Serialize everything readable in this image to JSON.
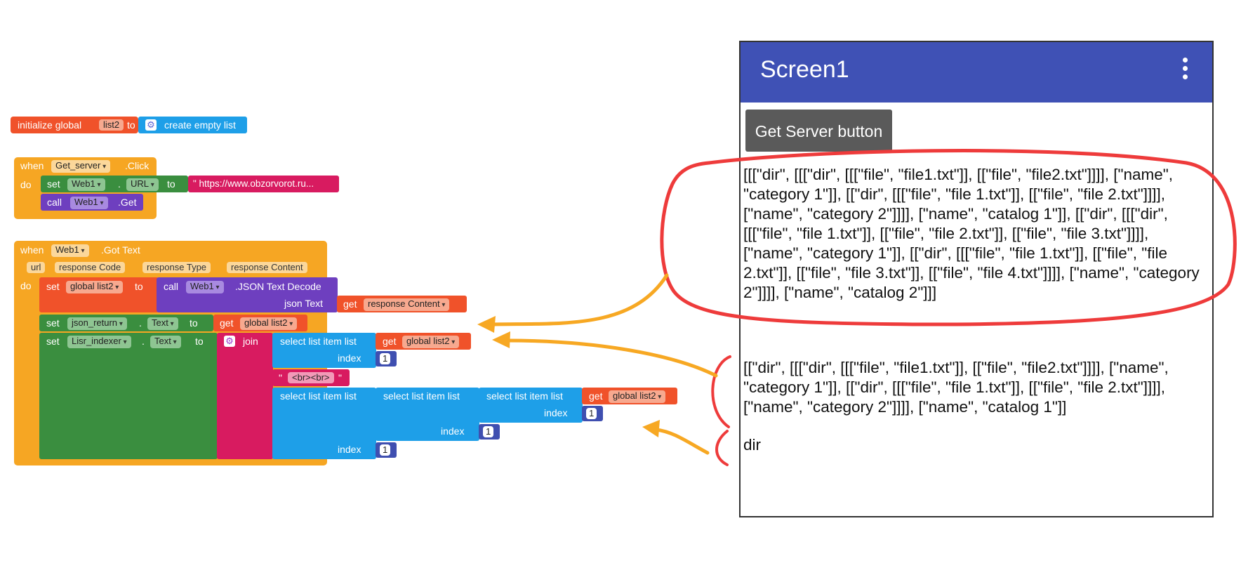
{
  "blocks": {
    "init": {
      "label": "initialize global",
      "var": "list2",
      "to": "to",
      "create": "create empty list"
    },
    "click_event": {
      "when": "when",
      "component": "Get_server",
      "event": ".Click",
      "do": "do",
      "set": "set",
      "web": "Web1",
      "dot": ".",
      "prop": "URL",
      "to": "to",
      "url_text": "\" https://www.obzorvorot.ru...",
      "call": "call",
      "get_method": ".Get"
    },
    "gottext_event": {
      "when": "when",
      "component": "Web1",
      "event": ".Got Text",
      "params": [
        "url",
        "response Code",
        "response Type",
        "response Content"
      ],
      "do": "do",
      "set": "set",
      "global_list2": "global list2",
      "to": "to",
      "call": "call",
      "web": "Web1",
      "decode": ".JSON Text Decode",
      "json_text": "json Text",
      "get": "get",
      "response_content": "response Content",
      "json_return": "json_return",
      "dot": ".",
      "text_prop": "Text",
      "get_global_list2": "global list2",
      "lisr_indexer": "Lisr_indexer",
      "join": "join",
      "select": "select list item  list",
      "index": "index",
      "br": "<br><br>",
      "idx1": "1"
    }
  },
  "phone": {
    "title": "Screen1",
    "button": "Get Server button",
    "label1": "[[[\"dir\", [[[\"dir\", [[[\"file\", \"file1.txt\"]], [[\"file\", \"file2.txt\"]]]], [\"name\", \"category 1\"]], [[\"dir\", [[[\"file\", \"file 1.txt\"]], [[\"file\", \"file 2.txt\"]]]], [\"name\", \"category 2\"]]]], [\"name\", \"catalog 1\"]], [[\"dir\", [[[\"dir\", [[[\"file\", \"file 1.txt\"]], [[\"file\", \"file 2.txt\"]], [[\"file\", \"file 3.txt\"]]]], [\"name\", \"category 1\"]], [[\"dir\", [[[\"file\", \"file 1.txt\"]], [[\"file\", \"file 2.txt\"]], [[\"file\", \"file 3.txt\"]], [[\"file\", \"file 4.txt\"]]]], [\"name\", \"category 2\"]]]], [\"name\", \"catalog 2\"]]]",
    "label2": "[[\"dir\", [[[\"dir\", [[[\"file\", \"file1.txt\"]], [[\"file\", \"file2.txt\"]]]], [\"name\", \"category 1\"]], [[\"dir\", [[[\"file\", \"file 1.txt\"]], [[\"file\", \"file 2.txt\"]]]], [\"name\", \"category 2\"]]]], [\"name\", \"catalog 1\"]]",
    "label3": "dir"
  },
  "colors": {
    "orange": "#f6a623",
    "green": "#3a8e3f",
    "purple": "#6e3fbf",
    "pink": "#d81b60",
    "blue": "#1e9fe8",
    "red_orange": "#f0522a",
    "indigo": "#3f51b5",
    "annotation_red": "#ee3b3b",
    "arrow": "#f7a823"
  }
}
